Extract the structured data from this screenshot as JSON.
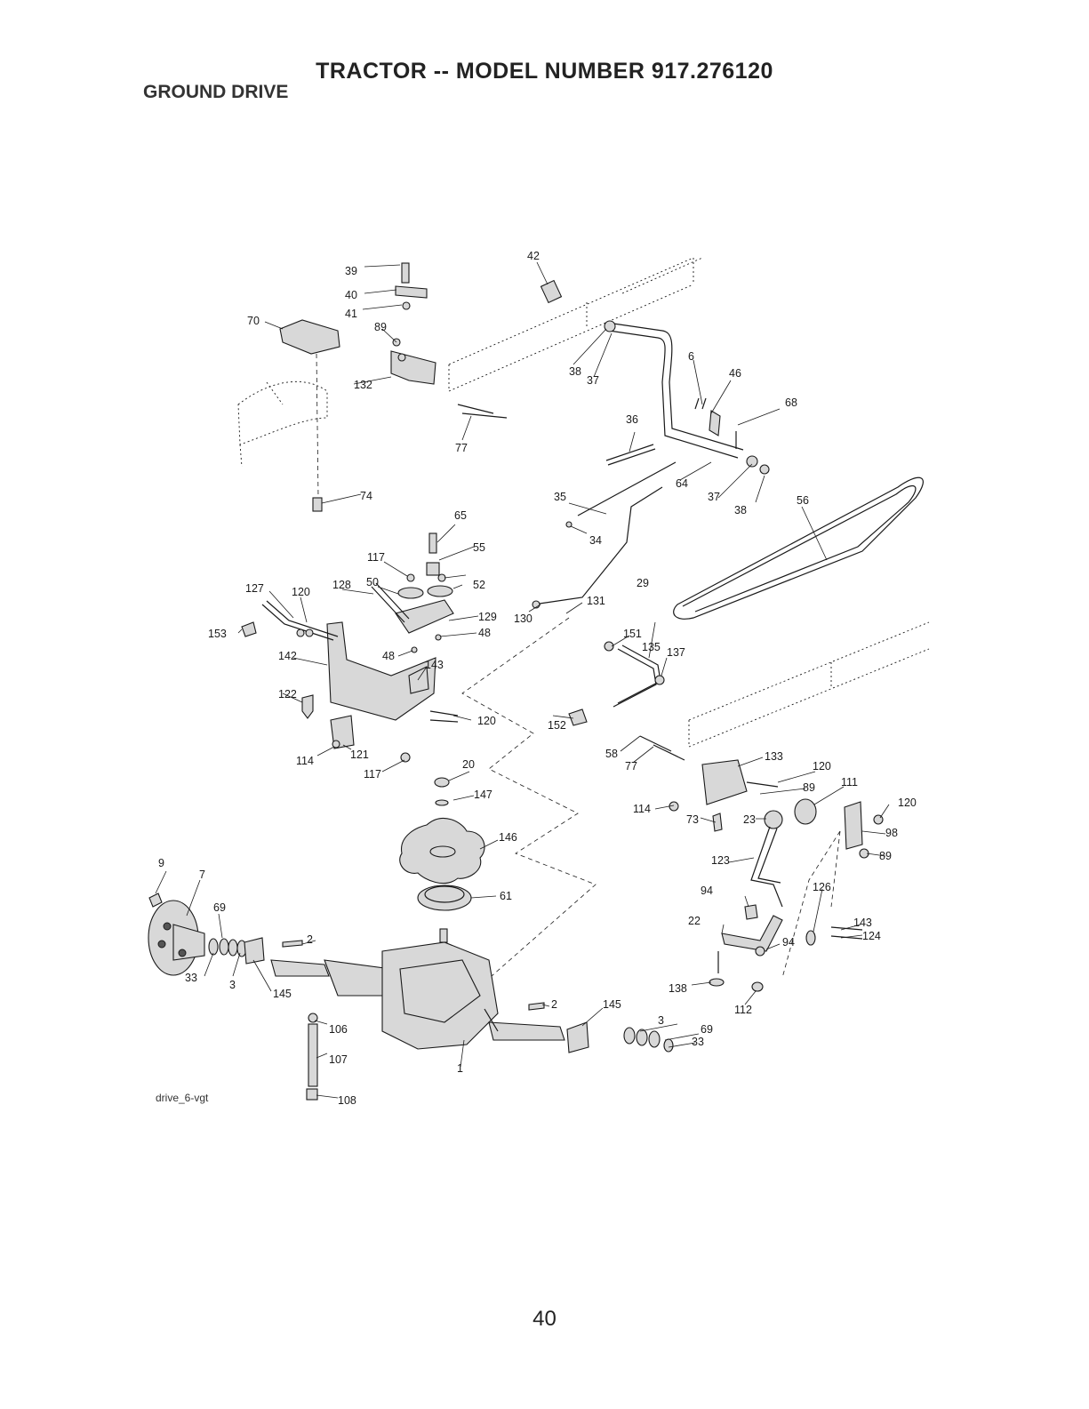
{
  "page": {
    "title": "TRACTOR -- MODEL NUMBER 917.276120",
    "section": "GROUND DRIVE",
    "file_name": "drive_6-vgt",
    "page_number": "40"
  },
  "labels": [
    "39",
    "40",
    "41",
    "42",
    "70",
    "89",
    "132",
    "38",
    "37",
    "6",
    "46",
    "68",
    "77",
    "36",
    "35",
    "34",
    "64",
    "37",
    "38",
    "56",
    "74",
    "65",
    "55",
    "117",
    "52",
    "50",
    "127",
    "120",
    "128",
    "129",
    "48",
    "153",
    "142",
    "48",
    "143",
    "130",
    "131",
    "29",
    "151",
    "135",
    "137",
    "122",
    "120",
    "152",
    "121",
    "114",
    "117",
    "20",
    "147",
    "58",
    "77",
    "133",
    "120",
    "89",
    "111",
    "114",
    "73",
    "23",
    "120",
    "98",
    "89",
    "146",
    "123",
    "9",
    "7",
    "61",
    "126",
    "94",
    "69",
    "2",
    "143",
    "22",
    "124",
    "94",
    "33",
    "3",
    "145",
    "2",
    "145",
    "138",
    "112",
    "106",
    "3",
    "69",
    "33",
    "1",
    "107",
    "108"
  ]
}
